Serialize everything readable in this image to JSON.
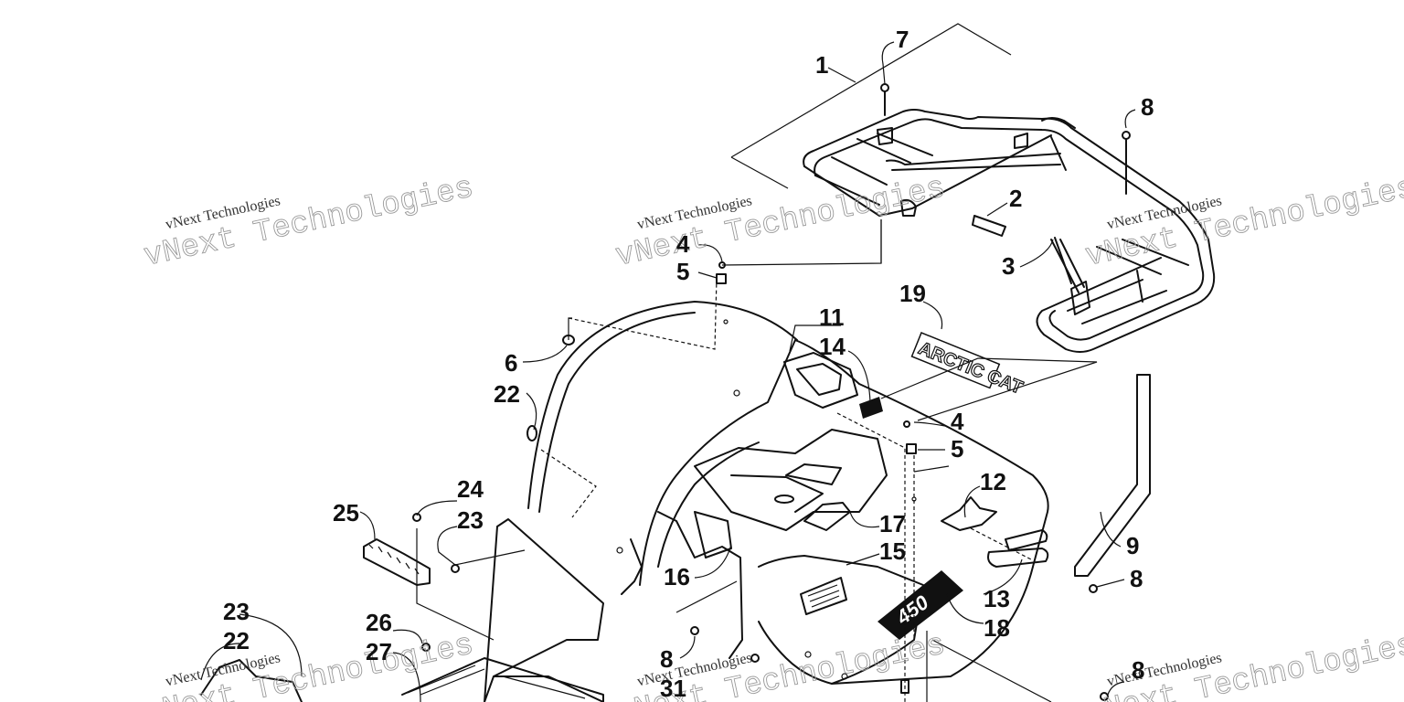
{
  "diagram": {
    "callouts": [
      {
        "id": "c1",
        "label": "1"
      },
      {
        "id": "c2",
        "label": "2"
      },
      {
        "id": "c3",
        "label": "3"
      },
      {
        "id": "c4a",
        "label": "4"
      },
      {
        "id": "c4b",
        "label": "4"
      },
      {
        "id": "c5a",
        "label": "5"
      },
      {
        "id": "c5b",
        "label": "5"
      },
      {
        "id": "c6",
        "label": "6"
      },
      {
        "id": "c7",
        "label": "7"
      },
      {
        "id": "c8a",
        "label": "8"
      },
      {
        "id": "c8b",
        "label": "8"
      },
      {
        "id": "c8c",
        "label": "8"
      },
      {
        "id": "c8d",
        "label": "8"
      },
      {
        "id": "c9",
        "label": "9"
      },
      {
        "id": "c11",
        "label": "11"
      },
      {
        "id": "c12",
        "label": "12"
      },
      {
        "id": "c13",
        "label": "13"
      },
      {
        "id": "c14",
        "label": "14"
      },
      {
        "id": "c15",
        "label": "15"
      },
      {
        "id": "c16",
        "label": "16"
      },
      {
        "id": "c17",
        "label": "17"
      },
      {
        "id": "c18",
        "label": "18"
      },
      {
        "id": "c19",
        "label": "19"
      },
      {
        "id": "c22a",
        "label": "22"
      },
      {
        "id": "c22b",
        "label": "22"
      },
      {
        "id": "c23a",
        "label": "23"
      },
      {
        "id": "c23b",
        "label": "23"
      },
      {
        "id": "c24",
        "label": "24"
      },
      {
        "id": "c25",
        "label": "25"
      },
      {
        "id": "c26",
        "label": "26"
      },
      {
        "id": "c27",
        "label": "27"
      },
      {
        "id": "c31",
        "label": "31"
      }
    ],
    "decals": {
      "arctic_cat": "ARCTIC CAT",
      "model": "450"
    }
  },
  "watermarks": {
    "big": "vNext Technologies",
    "small": "vNext Technologies"
  }
}
